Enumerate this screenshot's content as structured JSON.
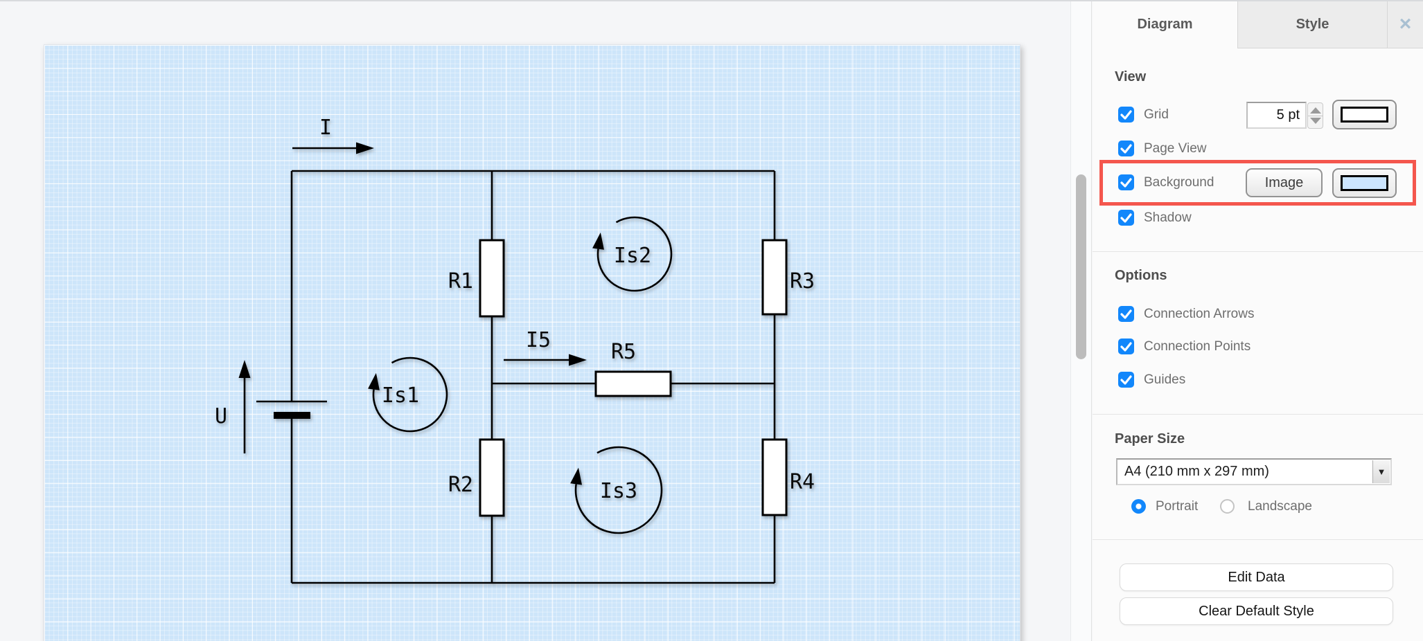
{
  "colors": {
    "accent": "#1287fb",
    "highlight": "#f4564d",
    "swatch_grid": "#ffffff",
    "swatch_background": "#cce5ff",
    "page_blue": "#cde5fa"
  },
  "panel": {
    "tabs": [
      {
        "label": "Diagram",
        "active": true
      },
      {
        "label": "Style",
        "active": false
      }
    ],
    "close_label": "×",
    "view": {
      "heading": "View",
      "grid": {
        "label": "Grid",
        "checked": true,
        "size_value": "5 pt",
        "swatch_color": "#ffffff"
      },
      "page_view": {
        "label": "Page View",
        "checked": true
      },
      "background": {
        "label": "Background",
        "checked": true,
        "image_button": "Image",
        "swatch_color": "#cce5ff",
        "highlighted": true
      },
      "shadow": {
        "label": "Shadow",
        "checked": true
      }
    },
    "options": {
      "heading": "Options",
      "items": [
        {
          "label": "Connection Arrows",
          "checked": true
        },
        {
          "label": "Connection Points",
          "checked": true
        },
        {
          "label": "Guides",
          "checked": true
        }
      ]
    },
    "paper": {
      "heading": "Paper Size",
      "selected": "A4 (210 mm x 297 mm)",
      "orientation": [
        {
          "label": "Portrait",
          "selected": true
        },
        {
          "label": "Landscape",
          "selected": false
        }
      ]
    },
    "buttons": [
      {
        "label": "Edit Data"
      },
      {
        "label": "Clear Default Style"
      }
    ]
  },
  "canvas": {
    "grid_size_label": "5 pt",
    "labels": {
      "i": "I",
      "u": "U",
      "i5": "I5",
      "r1": "R1",
      "r2": "R2",
      "r3": "R3",
      "r4": "R4",
      "r5": "R5",
      "is1": "Is1",
      "is2": "Is2",
      "is3": "Is3"
    }
  }
}
